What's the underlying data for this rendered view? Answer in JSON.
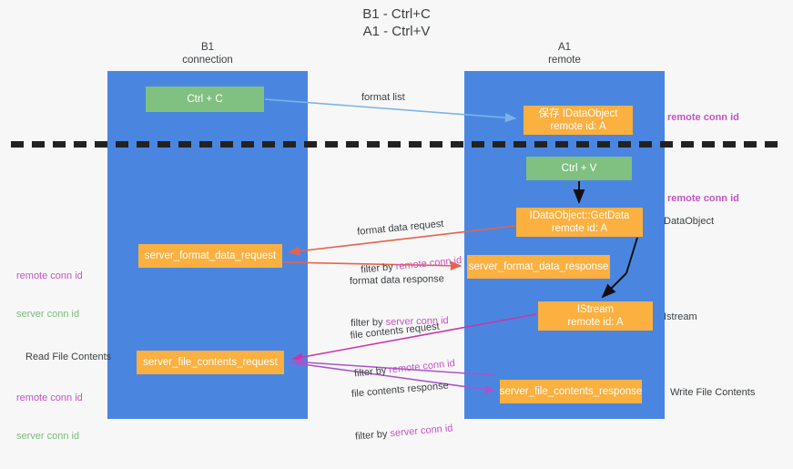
{
  "diagram": {
    "title": "B1 - Ctrl+C\nA1 - Ctrl+V",
    "title_line1": "B1 - Ctrl+C",
    "title_line2": "A1 - Ctrl+V",
    "colors": {
      "lane": "#4a86e0",
      "node_green": "#80c080",
      "node_orange": "#fbb040",
      "accent_pink": "#c653c6",
      "accent_green": "#79bd79",
      "wire_blue": "#7bb3e8",
      "wire_red": "#e8624a",
      "wire_magenta": "#cc33aa",
      "wire_purple": "#a855c8",
      "divider": "#222222",
      "background": "#f7f7f7"
    },
    "columns": [
      {
        "name": "B1",
        "sub": "connection"
      },
      {
        "name": "A1",
        "sub": "remote"
      }
    ],
    "nodes": {
      "ctrl_c": {
        "label": "Ctrl + C",
        "type": "green"
      },
      "save_idataobject": {
        "line1": "保存 IDataObject",
        "line2": "remote id: A",
        "type": "orange"
      },
      "ctrl_v": {
        "label": "Ctrl + V",
        "type": "green"
      },
      "getdata": {
        "line1": "IDataObject::GetData",
        "line2": "remote id: A",
        "type": "orange"
      },
      "server_format_data_request": {
        "label": "server_format_data_request",
        "type": "orange"
      },
      "server_format_data_response": {
        "label": "server_format_data_response",
        "type": "orange"
      },
      "istream": {
        "line1": "IStream",
        "line2": "remote id: A",
        "type": "orange"
      },
      "server_file_contents_request": {
        "label": "server_file_contents_request",
        "type": "orange"
      },
      "server_file_contents_response": {
        "label": "server_file_contents_response",
        "type": "orange"
      }
    },
    "messages": {
      "format_list": "format list",
      "format_data_request": "format data request",
      "format_data_request_filter_prefix": "filter by ",
      "format_data_request_filter_key": "remote conn id",
      "format_data_response": "format data response",
      "format_data_response_filter_prefix": "filter by ",
      "format_data_response_filter_key": "server conn id",
      "file_contents_request": "file contents request",
      "file_contents_request_filter_prefix": "filter by ",
      "file_contents_request_filter_key": "remote conn id",
      "file_contents_response": "file contents response",
      "file_contents_response_filter_prefix": "filter by ",
      "file_contents_response_filter_key": "server conn id"
    },
    "annotations": {
      "right_remote_conn_id_top": "remote conn id",
      "right_remote_conn_id_mid": "remote conn id",
      "right_dataobject": "DataObject",
      "right_istream": "Istream",
      "right_write_file_contents": "Write File Contents",
      "left_remote_conn_id_mid": "remote conn id",
      "left_server_conn_id_mid": "server conn id",
      "left_read_file_contents": "Read File Contents",
      "left_remote_conn_id_bottom": "remote conn id",
      "left_server_conn_id_bottom": "server conn id"
    }
  }
}
